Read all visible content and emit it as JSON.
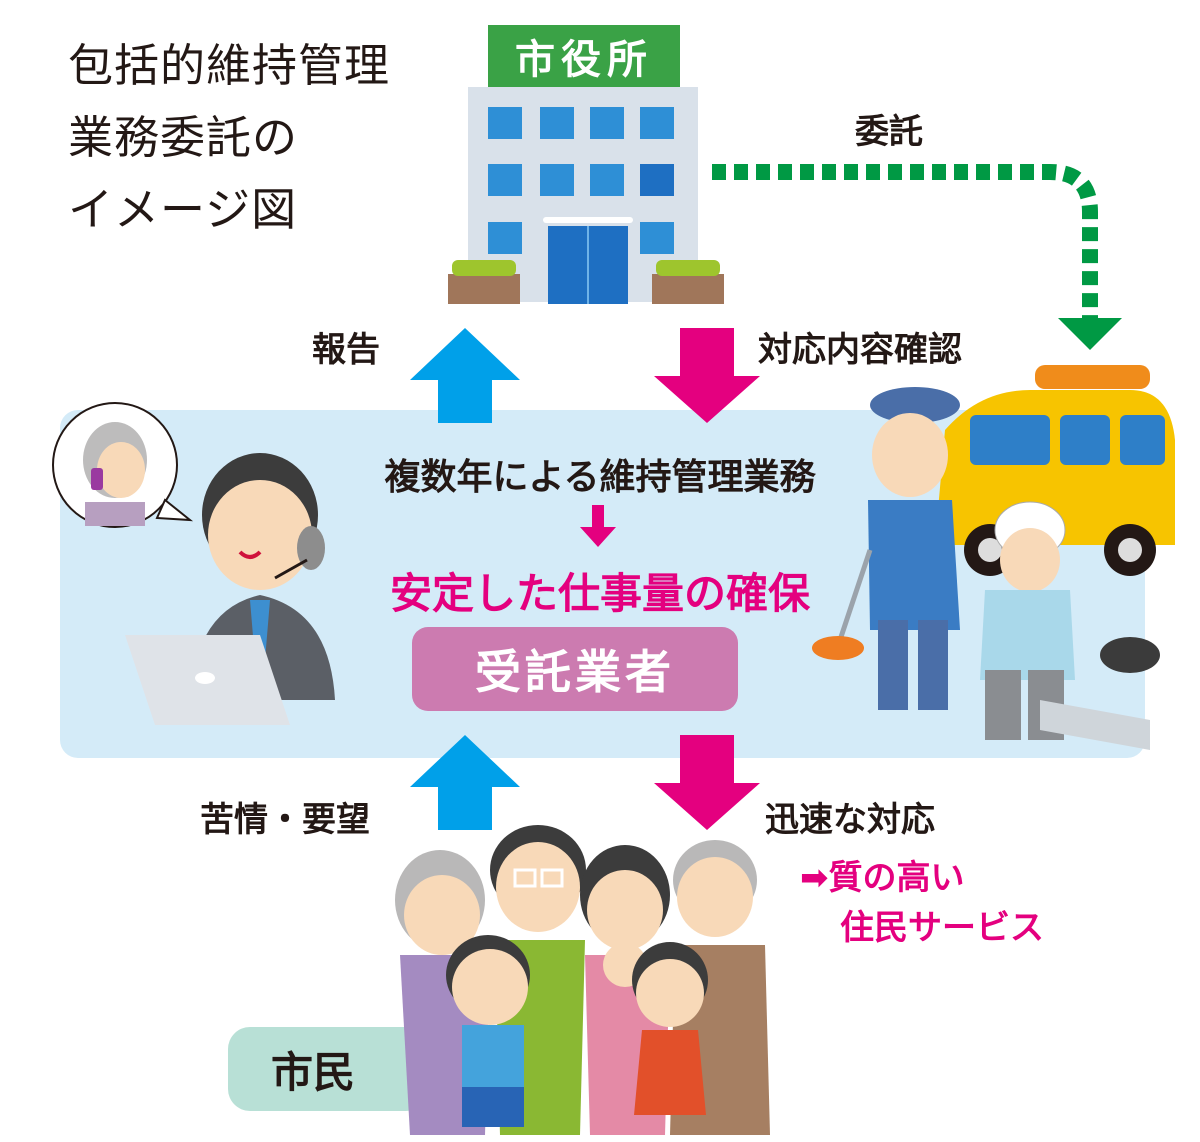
{
  "title": {
    "lines": [
      "包括的維持管理",
      "業務委託の",
      "イメージ図"
    ]
  },
  "city_hall": {
    "sign": "市役所"
  },
  "flows": {
    "commission": "委託",
    "report": "報告",
    "confirm": "対応内容確認",
    "complaint": "苦情・要望",
    "quick_response": "迅速な対応"
  },
  "contractor_area": {
    "multi_year": "複数年による維持管理業務",
    "stable_work": "安定した仕事量の確保",
    "contractor_label": "受託業者"
  },
  "result": {
    "arrow": "➡",
    "line1": "質の高い",
    "line2": "住民サービス"
  },
  "citizens": {
    "label": "市民"
  },
  "colors": {
    "up_arrow": "#00a0e9",
    "down_arrow": "#e4007f",
    "commission_arrow": "#009944",
    "band": "#d4ebf8",
    "contractor_box": "#cc7bb0",
    "citizen_box": "#b8e0d6"
  }
}
